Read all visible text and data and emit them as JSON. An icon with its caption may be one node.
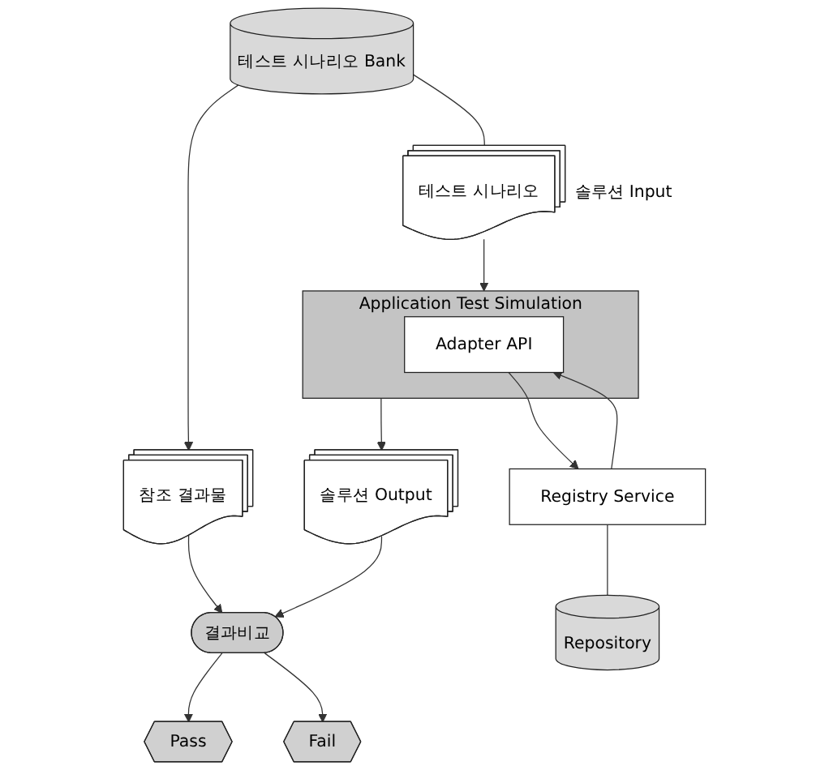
{
  "diagram": {
    "nodes": [
      {
        "text": [
          "테스트 시나리오 Bank"
        ]
      },
      {
        "text": [
          "참조 결과물"
        ]
      },
      {
        "text": [
          "테스트 시나리오"
        ],
        "beside": [
          "솔루션 Input"
        ]
      },
      {
        "text": [
          "Application Test Simulation"
        ]
      },
      {
        "text": [
          "Adapter API"
        ],
        "in": 3
      },
      {
        "text": [
          "솔루션 Output"
        ]
      },
      {
        "text": [
          "결과비교"
        ]
      },
      {
        "text": [
          "Pass"
        ]
      },
      {
        "text": [
          "Fail"
        ]
      },
      {
        "text": [
          "Registry Service"
        ]
      },
      {
        "text": [
          "Repository"
        ]
      }
    ],
    "edges": [
      {
        "from": 0,
        "to": 1,
        "arrow": "to"
      },
      {
        "from": 0,
        "to": 2,
        "arrow": "none"
      },
      {
        "from": 2,
        "to": 3,
        "arrow": "to"
      },
      {
        "from": 4,
        "to": 9,
        "arrow": "to"
      },
      {
        "from": 9,
        "to": 4,
        "arrow": "to"
      },
      {
        "from": 3,
        "to": 5,
        "arrow": "to"
      },
      {
        "from": 1,
        "to": 6,
        "arrow": "to"
      },
      {
        "from": 5,
        "to": 6,
        "arrow": "to"
      },
      {
        "from": 6,
        "to": 7,
        "arrow": "to"
      },
      {
        "from": 6,
        "to": 8,
        "arrow": "to"
      },
      {
        "from": 9,
        "to": 10,
        "arrow": "none"
      }
    ]
  }
}
